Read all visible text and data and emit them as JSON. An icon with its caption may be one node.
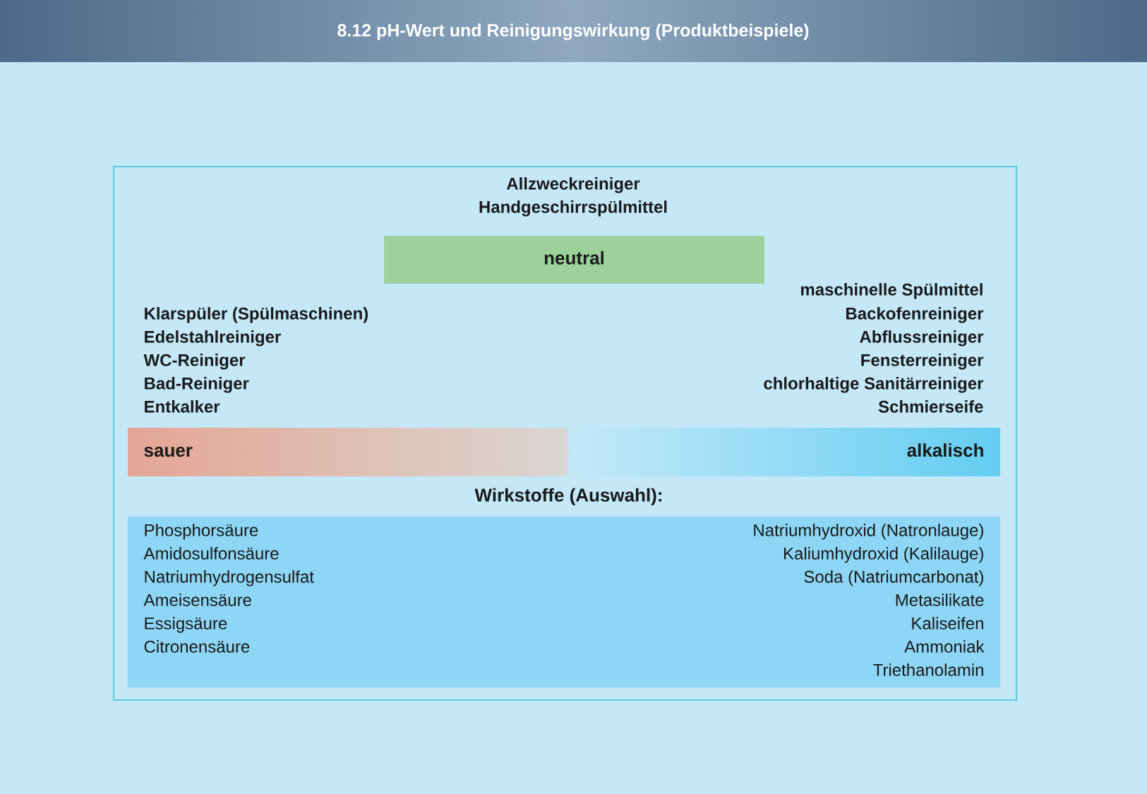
{
  "diagram": {
    "title": "8.12 pH-Wert und Reinigungswirkung (Produktbeispiele)",
    "nodes": [
      {
        "text": [],
        "shape": "box"
      },
      {
        "text": [
          "neutral"
        ],
        "in": 0
      },
      {
        "text": [
          "sauer",
          "alkalisch"
        ],
        "in": 0
      },
      {
        "text": [
          "Wirkstoffe (Auswahl):",
          "Phosphorsäure",
          "Amidosulfonsäure",
          "Natriumhydrogensulfat",
          "Ameisensäure",
          "Essigsäure",
          "Citronensäure",
          "Natriumhydroxid (Natronlauge)",
          "Kaliumhydroxid (Kalilauge)",
          "Soda (Natriumcarbonat)",
          "Metasilikate",
          "Kaliseifen",
          "Ammoniak",
          "Triethanolamin"
        ],
        "in": 0
      }
    ],
    "labels": [
      "Allzweckreiniger",
      "Handgeschirrspülmittel",
      "maschinelle Spülmittel",
      "Klarspüler (Spülmaschinen)",
      "Backofenreiniger",
      "Edelstahlreiniger",
      "Abflussreiniger",
      "WC-Reiniger",
      "Fensterreiniger",
      "Bad-Reiniger",
      "chlorhaltige Sanitärreiniger",
      "Entkalker",
      "Schmierseife"
    ]
  }
}
